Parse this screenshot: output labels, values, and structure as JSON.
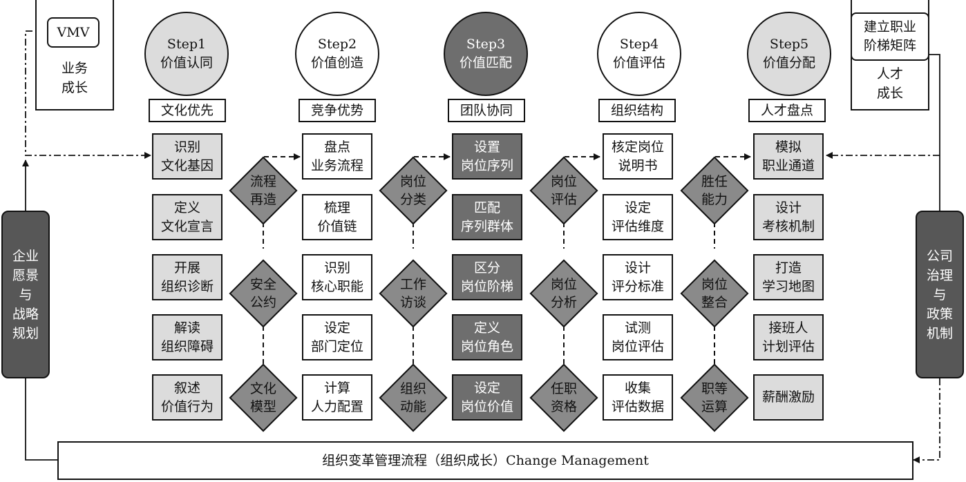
{
  "top_left": {
    "vmv": "VMV",
    "caption": "业务\n成长"
  },
  "top_right": {
    "label": "建立职业\n阶梯矩阵",
    "caption": "人才\n成长"
  },
  "left_bar": "企业\n愿景\n与\n战略\n规划",
  "right_bar": "公司\n治理\n与\n政策\n机制",
  "bottom_bar": "组织变革管理流程（组织成长）Change Management",
  "steps": [
    {
      "step": "Step1",
      "name": "价值认同",
      "header": "文化优先",
      "items": [
        "识别\n文化基因",
        "定义\n文化宣言",
        "开展\n组织诊断",
        "解读\n组织障碍",
        "叙述\n价值行为"
      ]
    },
    {
      "step": "Step2",
      "name": "价值创造",
      "header": "竞争优势",
      "items": [
        "盘点\n业务流程",
        "梳理\n价值链",
        "识别\n核心职能",
        "设定\n部门定位",
        "计算\n人力配置"
      ]
    },
    {
      "step": "Step3",
      "name": "价值匹配",
      "header": "团队协同",
      "items": [
        "设置\n岗位序列",
        "匹配\n序列群体",
        "区分\n岗位阶梯",
        "定义\n岗位角色",
        "设定\n岗位价值"
      ]
    },
    {
      "step": "Step4",
      "name": "价值评估",
      "header": "组织结构",
      "items": [
        "核定岗位\n说明书",
        "设定\n评估维度",
        "设计\n评分标准",
        "试测\n岗位评估",
        "收集\n评估数据"
      ]
    },
    {
      "step": "Step5",
      "name": "价值分配",
      "header": "人才盘点",
      "items": [
        "模拟\n职业通道",
        "设计\n考核机制",
        "打造\n学习地图",
        "接班人\n计划评估",
        "薪酬激励"
      ]
    }
  ],
  "diamonds": [
    [
      "流程\n再造",
      "安全\n公约",
      "文化\n模型"
    ],
    [
      "岗位\n分类",
      "工作\n访谈",
      "组织\n动能"
    ],
    [
      "岗位\n评估",
      "岗位\n分析",
      "任职\n资格"
    ],
    [
      "胜任\n能力",
      "岗位\n整合",
      "职等\n运算"
    ]
  ],
  "colors": {
    "light_box": "#dcdcdc",
    "dark_box": "#6e6e6e",
    "diamond": "#8a8a8a",
    "sidebar": "#575757",
    "step1_circle": "#dcdcdc",
    "step3_circle": "#6e6e6e",
    "step5_circle": "#dcdcdc"
  }
}
